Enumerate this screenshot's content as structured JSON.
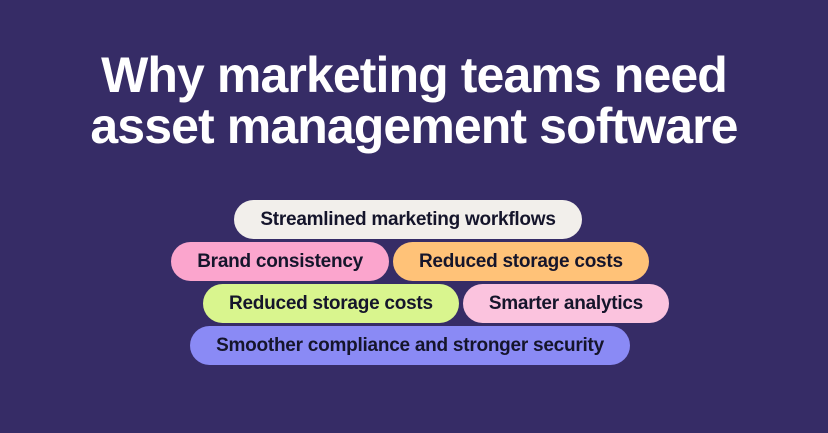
{
  "theme": {
    "background": "#362C66",
    "title_color": "#FFFFFF",
    "pill_text_color": "#15152B"
  },
  "heading": {
    "line1": "Why marketing teams need",
    "line2": "asset management software",
    "full": "Why marketing teams need asset management software"
  },
  "benefit_rows": [
    {
      "pills": [
        {
          "label": "Streamlined marketing workflows",
          "color": "#F2EFEB"
        }
      ]
    },
    {
      "pills": [
        {
          "label": "Brand consistency",
          "color": "#FBA5CD"
        },
        {
          "label": "Reduced storage costs",
          "color": "#FFC278"
        }
      ]
    },
    {
      "pills": [
        {
          "label": "Reduced storage costs",
          "color": "#D9F58E"
        },
        {
          "label": "Smarter analytics",
          "color": "#FBC3DE"
        }
      ]
    },
    {
      "pills": [
        {
          "label": "Smoother compliance and stronger security",
          "color": "#8A8AF5"
        }
      ]
    }
  ]
}
